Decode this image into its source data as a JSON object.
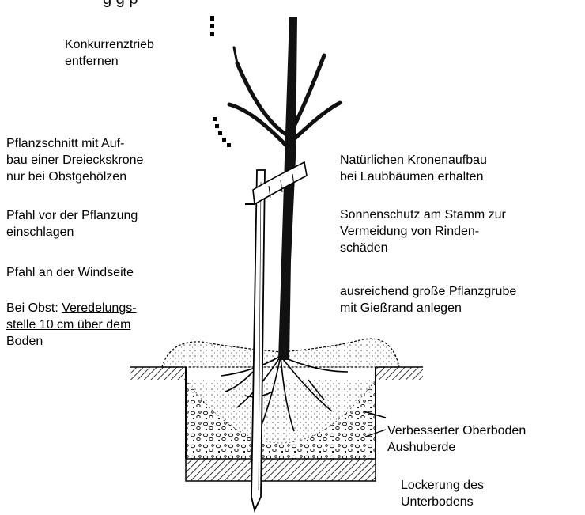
{
  "top_text_fragment": "g  g  p",
  "labels": {
    "konkurrenz": [
      "Konkurrenztrieb",
      "entfernen"
    ],
    "pflanzschnitt": [
      "Pflanzschnitt mit Auf-",
      "bau einer Dreieckskrone",
      "nur bei Obstgehölzen"
    ],
    "pfahl_vor": [
      "Pfahl vor der Pflanzung",
      "einschlagen"
    ],
    "pfahl_wind": "Pfahl an der Windseite",
    "obst_prefix": "Bei Obst: ",
    "obst_underlined": [
      "Veredelungs-",
      "stelle 10 cm über dem",
      "Boden"
    ],
    "kronen": [
      "Natürlichen Kronenaufbau",
      "bei Laubbäumen erhalten"
    ],
    "sonnenschutz": [
      "Sonnenschutz am Stamm zur",
      "Vermeidung von Rinden-",
      "schäden"
    ],
    "pflanzgrube": [
      "ausreichend große Pflanzgrube",
      "mit Gießrand anlegen"
    ],
    "oberboden": [
      "Verbesserter Oberboden",
      "Aushuberde"
    ],
    "lockerung": [
      "Lockerung des",
      "Unterbodens"
    ]
  }
}
